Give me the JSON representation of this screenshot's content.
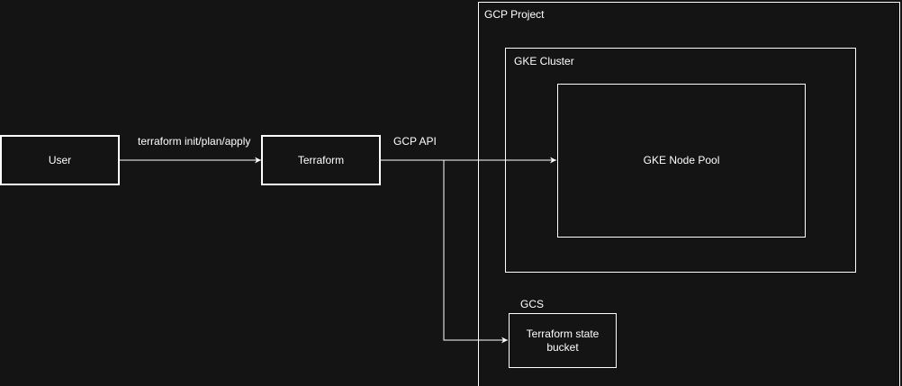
{
  "nodes": {
    "user": "User",
    "terraform": "Terraform",
    "node_pool": "GKE Node Pool",
    "state_bucket": "Terraform state bucket"
  },
  "groups": {
    "gcp_project": "GCP Project",
    "gke_cluster": "GKE Cluster",
    "gcs": "GCS"
  },
  "edges": {
    "user_to_terraform": "terraform init/plan/apply",
    "terraform_to_gcp": "GCP API"
  },
  "colors": {
    "background": "#141414",
    "stroke": "#ffffff",
    "text": "#ffffff"
  }
}
